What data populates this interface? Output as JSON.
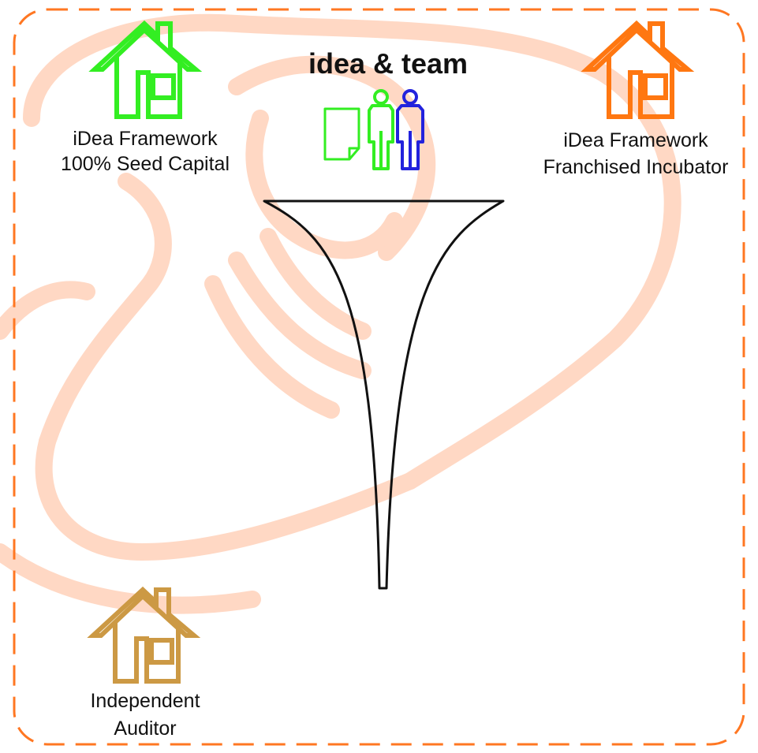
{
  "title": "idea & team",
  "houses": {
    "seed": {
      "line1": "iDea Framework",
      "line2": "100% Seed Capital",
      "color": "#33ee22"
    },
    "incubator": {
      "line1": "iDea Framework",
      "line2": "Franchised Incubator",
      "color": "#ff7711"
    },
    "auditor": {
      "line1": "Independent",
      "line2": "Auditor",
      "color": "#cc9944"
    }
  },
  "icons": {
    "document_color": "#33ee22",
    "person_1_color": "#33ee22",
    "person_2_color": "#2222dd"
  },
  "colors": {
    "border": "#ff7722",
    "watermark": "#ffd8c4",
    "funnel": "#111111"
  }
}
